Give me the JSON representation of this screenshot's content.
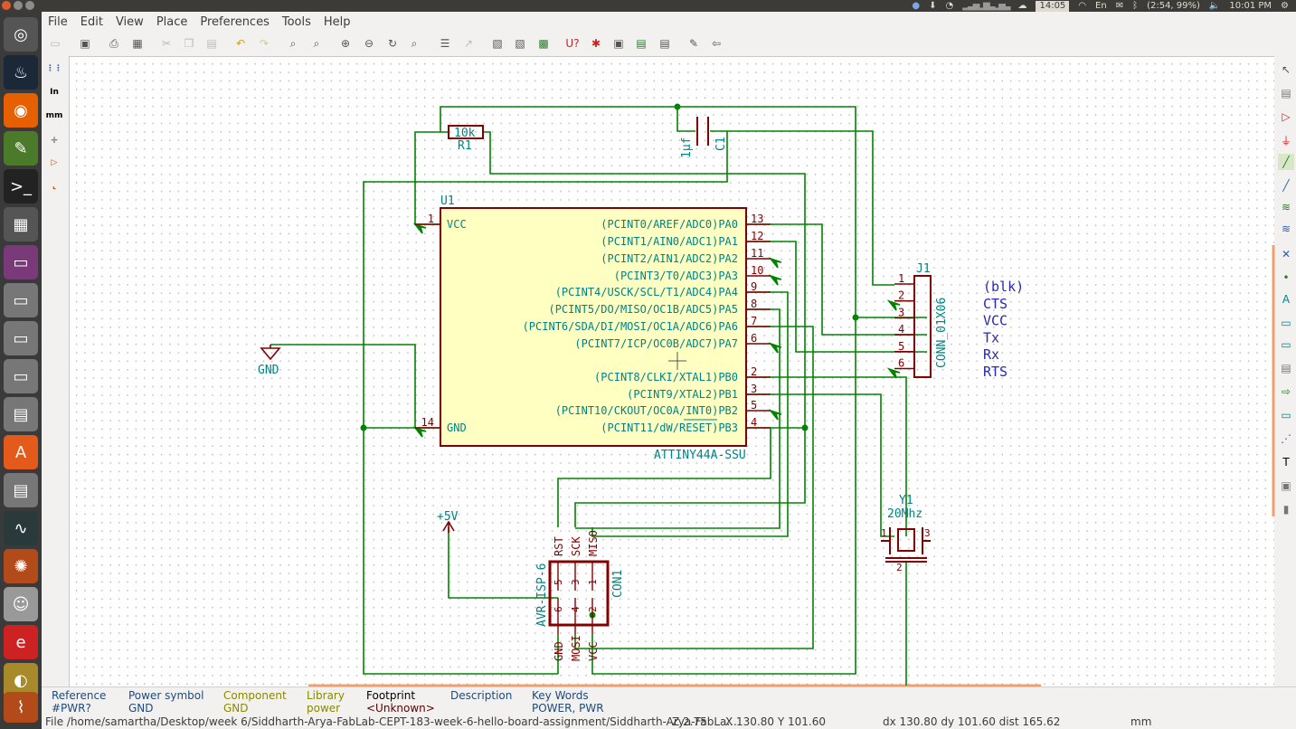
{
  "system_bar": {
    "clock_box": "14:05",
    "battery": "(2:54, 99%)",
    "time": "10:01 PM",
    "keyboard": "En"
  },
  "menu": [
    "File",
    "Edit",
    "View",
    "Place",
    "Preferences",
    "Tools",
    "Help"
  ],
  "left_tools": {
    "grid": "",
    "units_in": "In",
    "units_mm": "mm"
  },
  "schematic": {
    "u1": {
      "ref": "U1",
      "value": "ATTINY44A-SSU",
      "left_pins": [
        {
          "num": "1",
          "name": "VCC"
        },
        {
          "num": "14",
          "name": "GND"
        }
      ],
      "right_pins": [
        {
          "num": "13",
          "name": "(PCINT0/AREF/ADC0)PA0"
        },
        {
          "num": "12",
          "name": "(PCINT1/AIN0/ADC1)PA1"
        },
        {
          "num": "11",
          "name": "(PCINT2/AIN1/ADC2)PA2"
        },
        {
          "num": "10",
          "name": "(PCINT3/T0/ADC3)PA3"
        },
        {
          "num": "9",
          "name": "(PCINT4/USCK/SCL/T1/ADC4)PA4"
        },
        {
          "num": "8",
          "name": "(PCINT5/DO/MISO/OC1B/ADC5)PA5"
        },
        {
          "num": "7",
          "name": "(PCINT6/SDA/DI/MOSI/OC1A/ADC6)PA6"
        },
        {
          "num": "6",
          "name": "(PCINT7/ICP/OC0B/ADC7)PA7"
        },
        {
          "num": "2",
          "name": "(PCINT8/CLKI/XTAL1)PB0"
        },
        {
          "num": "3",
          "name": "(PCINT9/XTAL2)PB1"
        },
        {
          "num": "5",
          "name": "(PCINT10/CKOUT/OC0A/INT0)PB2"
        },
        {
          "num": "4",
          "name": "(PCINT11/dW/RESET)PB3"
        }
      ]
    },
    "r1": {
      "value": "10k",
      "ref": "R1"
    },
    "c1": {
      "value": "1µf",
      "ref": "C1"
    },
    "gnd_symbol": "GND",
    "vcc_symbol": "+5V",
    "j1": {
      "ref": "J1",
      "value": "CONN_01X06",
      "pins": [
        "1",
        "2",
        "3",
        "4",
        "5",
        "6"
      ],
      "notes": [
        "(blk)",
        "CTS",
        "VCC",
        "Tx",
        "Rx",
        "RTS"
      ]
    },
    "y1": {
      "ref": "Y1",
      "value": "20Mhz",
      "pin1": "1",
      "pin2": "2",
      "pin3": "3"
    },
    "con1": {
      "ref": "CON1",
      "value": "AVR-ISP-6",
      "top_labels": [
        "RST",
        "SCK",
        "MISO"
      ],
      "bottom_labels": [
        "GND",
        "MOSI",
        "VCC"
      ],
      "pins_top": [
        "5",
        "3",
        "1"
      ],
      "pins_bottom": [
        "6",
        "4",
        "2"
      ]
    }
  },
  "message_panel": [
    {
      "label": "Reference",
      "value": "#PWR?",
      "color": "#1f4a7a"
    },
    {
      "label": "Power symbol",
      "value": "GND",
      "color": "#1f4a7a"
    },
    {
      "label": "Component",
      "value": "GND",
      "color": "#8a8a00"
    },
    {
      "label": "Library",
      "value": "power",
      "color": "#8a8a00"
    },
    {
      "label": "Footprint",
      "value": "<Unknown>",
      "color": "#5a0000"
    },
    {
      "label": "Description",
      "value": "",
      "color": "#1f4a7a"
    },
    {
      "label": "Key Words",
      "value": "POWER, PWR",
      "color": "#1f4a7a"
    }
  ],
  "status": {
    "file": "File /home/samartha/Desktop/week 6/Siddharth-Arya-FabLab-CEPT-183-week-6-hello-board-assignment/Siddharth-Arya-FabLa...",
    "zoom": "Z 2.75",
    "cursor": "X 130.80  Y 101.60",
    "delta": "dx 130.80  dy 101.60  dist 165.62",
    "units": "mm"
  },
  "colors": {
    "wire": "#008400",
    "component": "#840000",
    "component_fill": "#ffffc2",
    "pin_text": "#008484",
    "pin_num": "#840000",
    "ref_text": "#008484",
    "launcher": "#3a3a3a"
  }
}
